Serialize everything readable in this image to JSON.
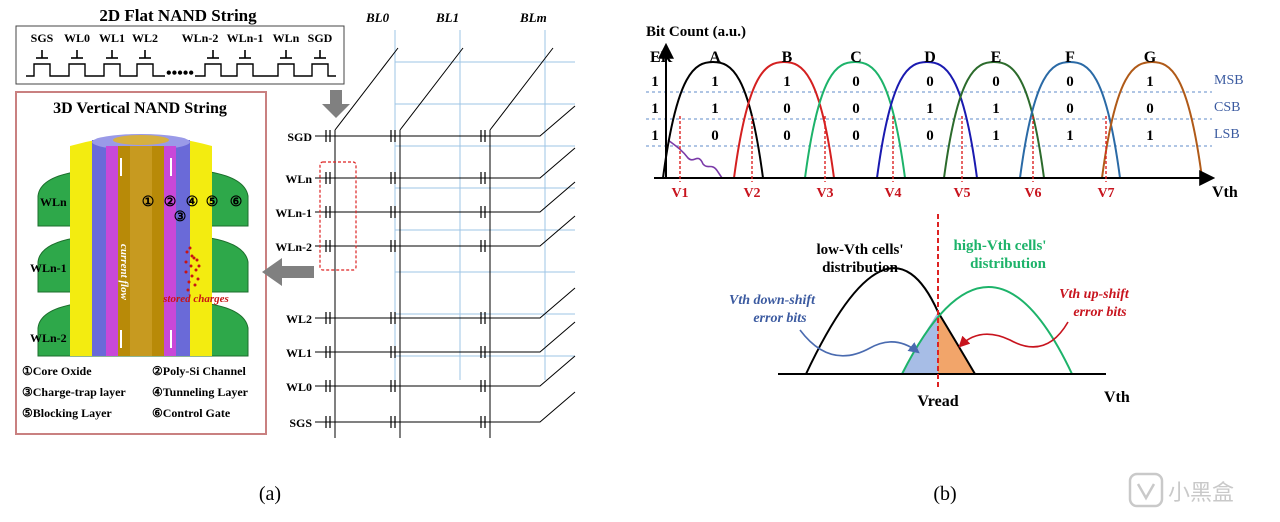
{
  "panel_a": {
    "flat_title": "2D Flat NAND String",
    "flat_labels": [
      "SGS",
      "WL0",
      "WL1",
      "WL2",
      "WLn-2",
      "WLn-1",
      "WLn",
      "SGD"
    ],
    "vertical_title": "3D Vertical NAND String",
    "vertical_wl_labels": [
      "WLn",
      "WLn-1",
      "WLn-2"
    ],
    "circled_numbers": [
      "①",
      "②",
      "③",
      "④",
      "⑤",
      "⑥"
    ],
    "current_flow": "current flow",
    "stored_charges": "stored charges",
    "legend": [
      "①Core Oxide",
      "②Poly-Si Channel",
      "③Charge-trap layer",
      "④Tunneling Layer",
      "⑤Blocking Layer",
      "⑥Control Gate"
    ],
    "bitlines": [
      "BL0",
      "BL1",
      "BLm"
    ],
    "array_rows": [
      "SGD",
      "WLn",
      "WLn-1",
      "WLn-2",
      "WL2",
      "WL1",
      "WL0",
      "SGS"
    ],
    "caption": "(a)"
  },
  "panel_b": {
    "chart_data": {
      "type": "line",
      "title": "Bit Count (a.u.)",
      "xlabel": "Vth",
      "ylabel": "Bit Count (a.u.)",
      "states": [
        "ER",
        "A",
        "B",
        "C",
        "D",
        "E",
        "F",
        "G"
      ],
      "bits": {
        "MSB": [
          "1",
          "1",
          "1",
          "0",
          "0",
          "0",
          "0",
          "1"
        ],
        "CSB": [
          "1",
          "1",
          "0",
          "0",
          "1",
          "1",
          "0",
          "0"
        ],
        "LSB": [
          "1",
          "0",
          "0",
          "0",
          "0",
          "1",
          "1",
          "1"
        ]
      },
      "bit_rows": [
        "MSB",
        "CSB",
        "LSB"
      ],
      "read_voltages": [
        "V1",
        "V2",
        "V3",
        "V4",
        "V5",
        "V6",
        "V7"
      ],
      "state_colors": {
        "ER": "#7a3aa8",
        "A": "#000000",
        "B": "#d42020",
        "C": "#1db36a",
        "D": "#1a1ab0",
        "E": "#2c6b2c",
        "F": "#2a6aa6",
        "G": "#b05a18"
      }
    },
    "lower_chart": {
      "low_label_line1": "low-Vth cells'",
      "low_label_line2": "distribution",
      "high_label_line1": "high-Vth cells'",
      "high_label_line2": "distribution",
      "down_shift_line1": "Vth down-shift",
      "down_shift_line2": "error bits",
      "up_shift_line1": "Vth up-shift",
      "up_shift_line2": "error bits",
      "vread": "Vread",
      "vth": "Vth"
    },
    "caption": "(b)"
  },
  "watermark": "小黑盒"
}
